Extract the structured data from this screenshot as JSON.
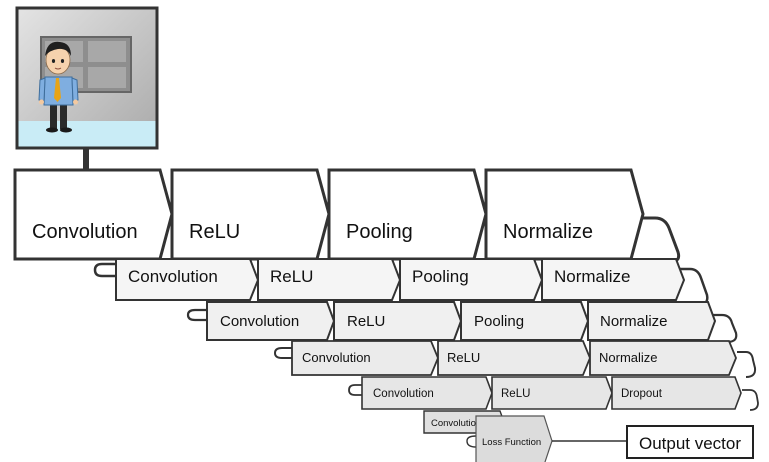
{
  "rows": [
    {
      "blocks": [
        "Convolution",
        "ReLU",
        "Pooling",
        "Normalize"
      ]
    },
    {
      "blocks": [
        "Convolution",
        "ReLU",
        "Pooling",
        "Normalize"
      ]
    },
    {
      "blocks": [
        "Convolution",
        "ReLU",
        "Pooling",
        "Normalize"
      ]
    },
    {
      "blocks": [
        "Convolution",
        "ReLU",
        "Normalize"
      ]
    },
    {
      "blocks": [
        "Convolution",
        "ReLU",
        "Dropout"
      ]
    },
    {
      "blocks": [
        "Convolution"
      ]
    },
    {
      "blocks": [
        "Loss Function"
      ]
    }
  ],
  "output": {
    "label": "Output vector"
  },
  "icons": {
    "input_image": "person-at-window-icon"
  },
  "colors": {
    "outline": "#333333",
    "block_fill_main": "#ffffff",
    "block_fill_light": "#f5f5f5",
    "block_fill_grey": "#e2e2e2",
    "floor": "#c9ecf6",
    "wall": "#c7c7c7"
  }
}
